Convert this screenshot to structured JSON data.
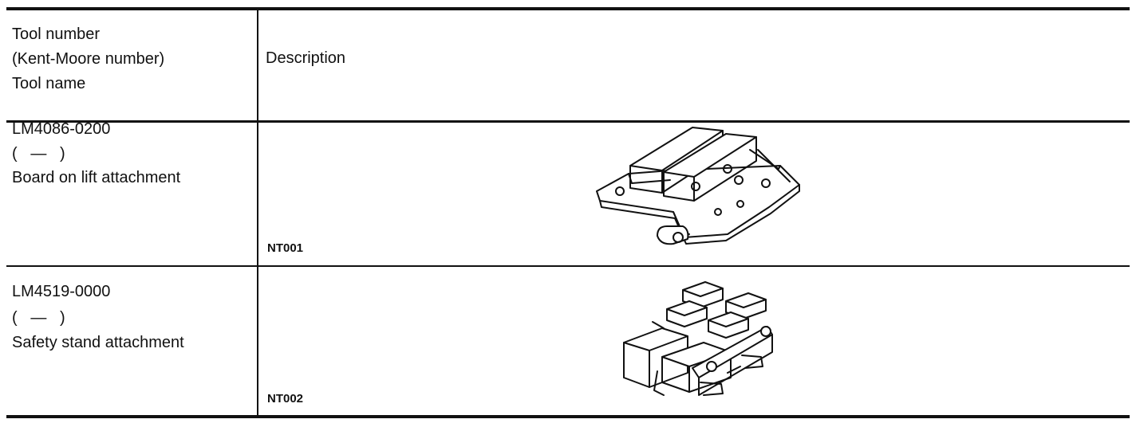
{
  "table": {
    "header": {
      "tool_col": [
        "Tool number",
        "(Kent-Moore number)",
        "Tool name"
      ],
      "description_col": "Description"
    },
    "rows": [
      {
        "tool_number": "LM4086-0200",
        "kent_moore": "(   —   )",
        "tool_name": "Board on lift attachment",
        "figure_code": "NT001",
        "illustration_icon": "lift-board-attachment-drawing"
      },
      {
        "tool_number": "LM4519-0000",
        "kent_moore": "(   —   )",
        "tool_name": "Safety stand attachment",
        "figure_code": "NT002",
        "illustration_icon": "safety-stand-attachment-drawing"
      }
    ]
  }
}
